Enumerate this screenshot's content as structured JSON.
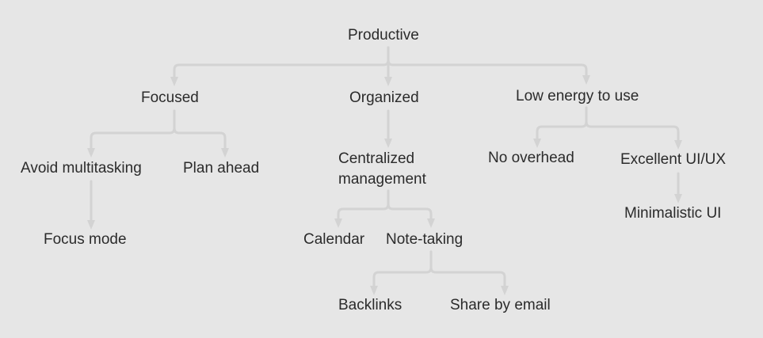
{
  "colors": {
    "background": "#e6e6e6",
    "text": "#2b2b2b",
    "connector": "#d3d3d3"
  },
  "nodes": {
    "productive": "Productive",
    "focused": "Focused",
    "organized": "Organized",
    "low_energy": "Low energy to use",
    "avoid_multitasking": "Avoid multitasking",
    "plan_ahead": "Plan ahead",
    "focus_mode": "Focus mode",
    "centralized_management": "Centralized management",
    "calendar": "Calendar",
    "note_taking": "Note-taking",
    "backlinks": "Backlinks",
    "share_by_email": "Share by email",
    "no_overhead": "No overhead",
    "excellent_uiux": "Excellent UI/UX",
    "minimalistic_ui": "Minimalistic UI"
  }
}
